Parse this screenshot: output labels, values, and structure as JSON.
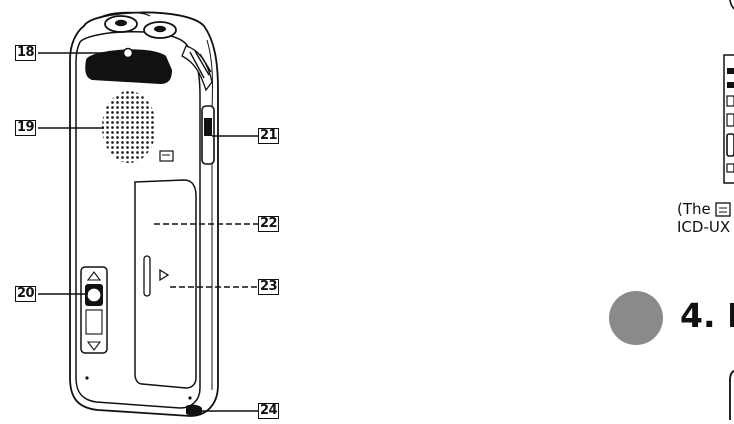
{
  "callouts": {
    "c18": "18",
    "c19": "19",
    "c20": "20",
    "c21": "21",
    "c22": "22",
    "c23": "23",
    "c24": "24"
  },
  "caption": {
    "line1": "(The",
    "line2": "ICD-UX"
  },
  "section": {
    "heading": "4. I"
  },
  "colors": {
    "ink": "#111111",
    "step_circle": "#8a8a8a",
    "device_fill": "#ffffff"
  }
}
